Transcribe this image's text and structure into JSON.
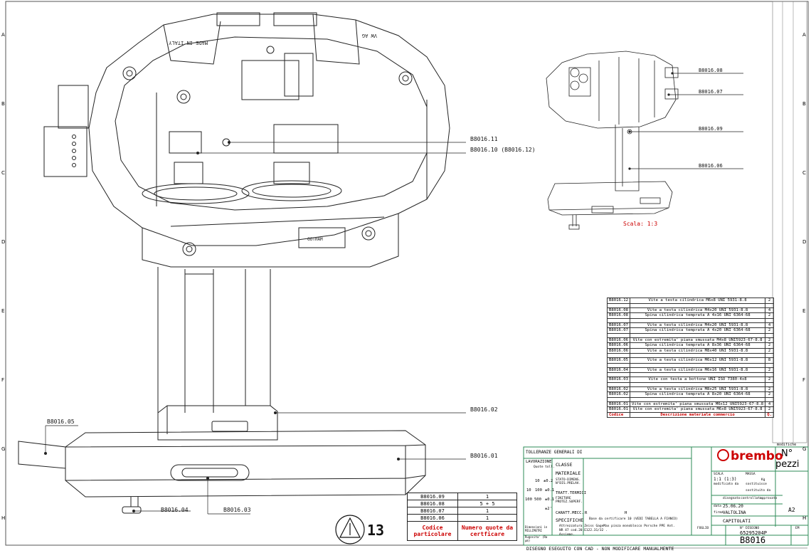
{
  "callouts_main": {
    "b11": "B8016.11",
    "b10": "B8016.10 (B8016.12)",
    "b02": "B8016.02",
    "b01": "B8016.01",
    "b05": "B8016.05",
    "b04": "B8016.04",
    "b03": "B8016.03"
  },
  "callouts_detail": {
    "b08": "B8016.08",
    "b07": "B8016.07",
    "b09": "B8016.09",
    "b06": "B8016.06",
    "scale": "Scala: 1:3"
  },
  "part_markings": {
    "top_left": "MADE IN ITALY",
    "top_right": "VW AG",
    "front": "GOTHAM"
  },
  "bom": {
    "rows": [
      {
        "code": "B8016.12",
        "desc": "Vite a testa cilindrica M6x8 UNI 5931-8.8",
        "qty": "2"
      },
      {
        "gap": true
      },
      {
        "code": "B8016.08",
        "desc": "Vite a testa cilindrica M4x20 UNI 5931-8.8",
        "qty": "4"
      },
      {
        "code": "B8016.08",
        "desc": "Spina cilindrica temprata A 4x16 UNI 6364-68",
        "qty": "2"
      },
      {
        "gap": true
      },
      {
        "code": "B8016.07",
        "desc": "Vite a testa cilindrica M4x20 UNI 5931-8.8",
        "qty": "4"
      },
      {
        "code": "B8016.07",
        "desc": "Spina cilindrica temprata A 4x20 UNI 6364-68",
        "qty": "2"
      },
      {
        "gap": true
      },
      {
        "code": "B8016.06",
        "desc": "Vite con estremita' piana smussata M4x8 UNI5923-67-8.8",
        "qty": "2"
      },
      {
        "code": "B8016.06",
        "desc": "Spina cilindrica temprata A 8x36 UNI 6364-68",
        "qty": "2"
      },
      {
        "code": "B8016.06",
        "desc": "Vite a testa cilindrica M8x40 UNI 5931-8.8",
        "qty": "2"
      },
      {
        "gap": true
      },
      {
        "code": "B8016.05",
        "desc": "Vite a testa cilindrica M6x12 UNI 5931-8.8",
        "qty": "8"
      },
      {
        "gap": true
      },
      {
        "code": "B8016.04",
        "desc": "Vite a testa cilindrica M6x16 UNI 5931-8.8",
        "qty": "2"
      },
      {
        "gap": true
      },
      {
        "code": "B8016.03",
        "desc": "Vite con testa a bottone UNI ISO 7380-4x8",
        "qty": "2"
      },
      {
        "gap": true
      },
      {
        "code": "B8016.02",
        "desc": "Vite a testa cilindrica M8x25 UNI 5931-8.8",
        "qty": "2"
      },
      {
        "code": "B8016.02",
        "desc": "Spina cilindrica temprata A 8x20 UNI 6364-68",
        "qty": "2"
      },
      {
        "gap": true
      },
      {
        "code": "B8016.01",
        "desc": "Vite con estremita' piana smussata M6x12 UNI5923-67-8.8",
        "qty": "4"
      },
      {
        "code": "B8016.01",
        "desc": "Vite con estremita' piana smussata M6x8 UNI5923-67-8.8",
        "qty": "2"
      }
    ],
    "header": {
      "code": "Codice",
      "desc": "Descrizione materiale commercio",
      "qty": "Q."
    }
  },
  "qty_table": {
    "rows": [
      {
        "code": "B8016.09",
        "qty": "1"
      },
      {
        "code": "B8016.08",
        "qty": "5 + 5"
      },
      {
        "code": "B8016.07",
        "qty": "1"
      },
      {
        "code": "B8016.06",
        "qty": "1"
      }
    ],
    "label_left": "Codice particolare",
    "label_right": "Numero quote da certficare"
  },
  "roughness_symbol": {
    "value": "13"
  },
  "title_block": {
    "tolleranze": "TOLLERANZE GENERALI DI",
    "lavorazione": "LAVORAZIONE",
    "quote": "Quote",
    "toll": "toll.",
    "t1a": "10",
    "t1b": "±0.2",
    "t2a": "10",
    "t2b": "100",
    "t2c": "±0.1",
    "t3a": "100",
    "t3b": "500",
    "t3c": "±0.1",
    "t4": "±2'",
    "classe": "CLASSE",
    "materiale": "MATERIALE",
    "stato": "STATO-DIMENS. N°DIS.PRELAV.",
    "tratt": "TRATT.TERMICI",
    "finiture": "FINITURE PROTEZ.SUPERF.",
    "carat": "CARATT.MECC.",
    "carat_r": "R",
    "carat_h": "H",
    "specifiche": "SPECIFICHE",
    "spec_note": "Base da certificare 10 (VEDI TABELLA A FIANCO)",
    "desc1": "Attrezzatura Zeiss GageMax pinza monoblocco Porsche PPE Ant.",
    "desc2": "NR 47 cod.20.E122.31/32 .",
    "desc3": "Assieme.",
    "dimensioni": "Dimensioni in MILLIMETRI",
    "rugosita": "Rugosita' (Ra µm)",
    "foglio": "FOGLIO",
    "n_disegno": "N° DISEGNO",
    "code1": "65295204P",
    "code2": "B8016",
    "scala_label": "SCALA",
    "scala_value": "1:1 (1:3)",
    "massa": "MASSA",
    "kg": "Kg",
    "modificato": "modificato da",
    "sostituisce": "sostituisce",
    "sostituito": "sostituito da",
    "disegnato": "disegnato",
    "controllato": "controllato",
    "approvato": "approvato",
    "data_label": "data",
    "data": "25.06.20",
    "firma_label": "firma",
    "firma": "VALTOLINA",
    "formato": "A2",
    "capitolato": "CAPITOLATI",
    "modifiche": "modifiche",
    "n_pezzi": "N°",
    "pezzi": "pezzi",
    "nota_cad": "DISEGNO ESEGUITO CON CAD - NON MODIFICARE MANUALMENTE",
    "em": "EM"
  },
  "brand": {
    "name": "brembo"
  },
  "border_letters": [
    "A",
    "B",
    "C",
    "D",
    "E",
    "F",
    "G",
    "H"
  ],
  "colors": {
    "accent": "#c00000",
    "frame": "#2e8b57",
    "line": "#222222"
  }
}
